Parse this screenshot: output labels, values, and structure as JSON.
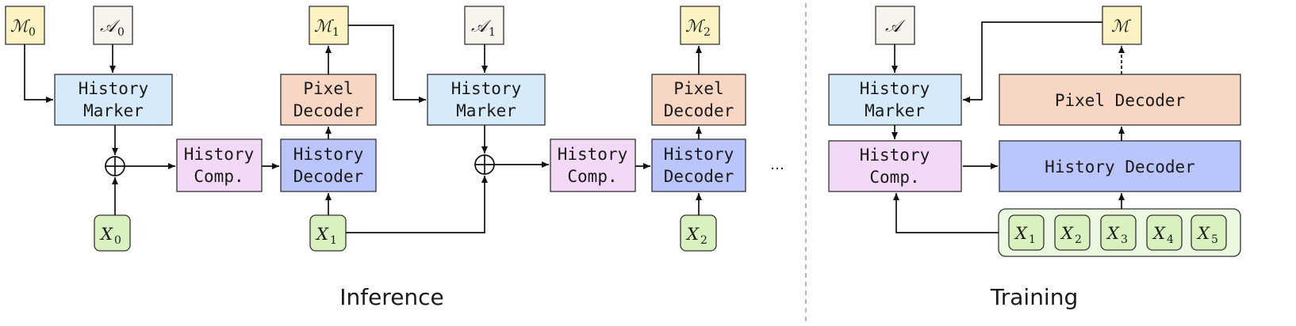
{
  "colors": {
    "marker": "#d6eaf9",
    "compressor": "#f2d9f5",
    "history_decoder": "#bac6fb",
    "pixel_decoder": "#f8d6c4",
    "mask": "#fcf3c3",
    "annotation": "#f6f4ec",
    "frame": "#d9f1be",
    "frame_group": "#edf8e0"
  },
  "labels": {
    "history": "History",
    "marker": "Marker",
    "comp": "Comp.",
    "decoder": "Decoder",
    "pixel": "Pixel",
    "pixel_decoder": "Pixel Decoder",
    "history_decoder": "History Decoder",
    "ellipsis": "…"
  },
  "math": {
    "M": "ℳ",
    "A": "𝒜",
    "X": "X",
    "sub0": "0",
    "sub1": "1",
    "sub2": "2",
    "sub3": "3",
    "sub4": "4",
    "sub5": "5"
  },
  "captions": {
    "inference": "Inference",
    "training": "Training"
  },
  "icons": {
    "sum": "circled-plus-icon"
  }
}
